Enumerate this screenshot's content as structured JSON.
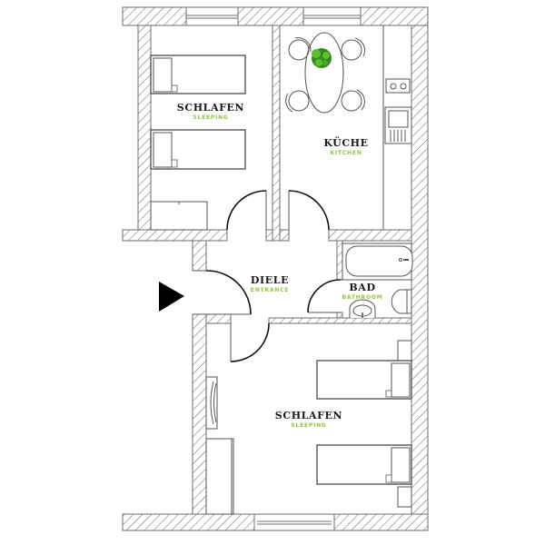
{
  "plan": {
    "colors": {
      "wall_stroke": "#6e6e6e",
      "hatch": "#6e6e6e",
      "line": "#555555",
      "door": "#111111",
      "accent_green": "#8cc63f",
      "plant_dark": "#2e8b1e",
      "plant_light": "#5fbf2a",
      "entrance_arrow": "#000000"
    },
    "rooms": [
      {
        "id": "bedroom-top",
        "title": "SCHLAFEN",
        "subtitle": "SLEEPING"
      },
      {
        "id": "kitchen",
        "title": "KÜCHE",
        "subtitle": "KITCHEN"
      },
      {
        "id": "hall",
        "title": "DIELE",
        "subtitle": "ENTRANCE"
      },
      {
        "id": "bathroom",
        "title": "BAD",
        "subtitle": "BATHROOM"
      },
      {
        "id": "bedroom-bottom",
        "title": "SCHLAFEN",
        "subtitle": "SLEEPING"
      }
    ],
    "entrance_icon": "triangle-right-arrow"
  }
}
